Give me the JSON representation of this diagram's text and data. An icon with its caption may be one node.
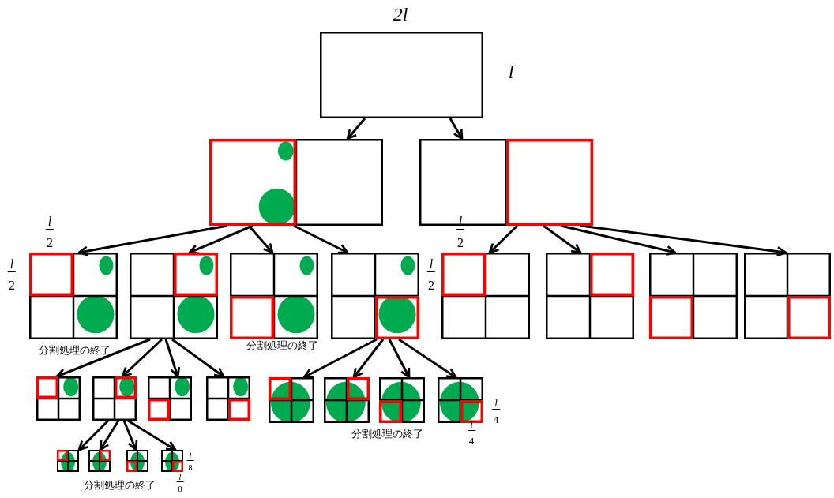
{
  "diagram": {
    "nodes": [
      {
        "text": [],
        "shape": "box"
      },
      {
        "text": [],
        "shape": "box"
      },
      {
        "text": [],
        "shape": "box"
      },
      {
        "text": [],
        "shape": "box"
      },
      {
        "text": [],
        "shape": "box"
      },
      {
        "text": [],
        "shape": "box"
      },
      {
        "text": [],
        "shape": "box"
      },
      {
        "text": [],
        "shape": "box"
      },
      {
        "text": [],
        "shape": "box"
      },
      {
        "text": [],
        "shape": "box"
      },
      {
        "text": [],
        "shape": "box"
      },
      {
        "text": [],
        "shape": "box"
      },
      {
        "text": [],
        "shape": "box"
      },
      {
        "text": [],
        "shape": "box"
      },
      {
        "text": [],
        "shape": "box"
      },
      {
        "text": [],
        "shape": "box"
      },
      {
        "text": [],
        "shape": "box"
      },
      {
        "text": [],
        "shape": "box"
      },
      {
        "text": [],
        "shape": "box"
      },
      {
        "text": [],
        "shape": "box"
      },
      {
        "text": [],
        "shape": "box"
      },
      {
        "text": [],
        "shape": "box"
      },
      {
        "text": [],
        "shape": "box"
      }
    ],
    "edges": [
      {
        "from": 0,
        "to": 1,
        "arrow": "to"
      },
      {
        "from": 0,
        "to": 2,
        "arrow": "to"
      },
      {
        "from": 1,
        "to": 3,
        "arrow": "to"
      },
      {
        "from": 1,
        "to": 4,
        "arrow": "to"
      },
      {
        "from": 1,
        "to": 5,
        "arrow": "to"
      },
      {
        "from": 1,
        "to": 6,
        "arrow": "to"
      },
      {
        "from": 2,
        "to": 7,
        "arrow": "to"
      },
      {
        "from": 2,
        "to": 8,
        "arrow": "to"
      },
      {
        "from": 2,
        "to": 9,
        "arrow": "to"
      },
      {
        "from": 2,
        "to": 10,
        "arrow": "to"
      },
      {
        "from": 4,
        "to": 11,
        "arrow": "to"
      },
      {
        "from": 4,
        "to": 12,
        "arrow": "to"
      },
      {
        "from": 4,
        "to": 13,
        "arrow": "to"
      },
      {
        "from": 4,
        "to": 14,
        "arrow": "to"
      },
      {
        "from": 6,
        "to": 15,
        "arrow": "to"
      },
      {
        "from": 6,
        "to": 16,
        "arrow": "to"
      },
      {
        "from": 6,
        "to": 17,
        "arrow": "to"
      },
      {
        "from": 6,
        "to": 18,
        "arrow": "to"
      },
      {
        "from": 12,
        "to": 19,
        "arrow": "to"
      },
      {
        "from": 12,
        "to": 20,
        "arrow": "to"
      },
      {
        "from": 12,
        "to": 21,
        "arrow": "to"
      },
      {
        "from": 12,
        "to": 22,
        "arrow": "to"
      }
    ],
    "labels": [
      "2l",
      "l",
      "l",
      "2",
      "l",
      "2",
      "l",
      "2",
      "l",
      "2",
      "分割処理の終了",
      "分割処理の終了",
      "l",
      "4",
      "l",
      "4",
      "分割処理の終了",
      "l",
      "8",
      "l",
      "8",
      "分割処理の終了"
    ]
  }
}
